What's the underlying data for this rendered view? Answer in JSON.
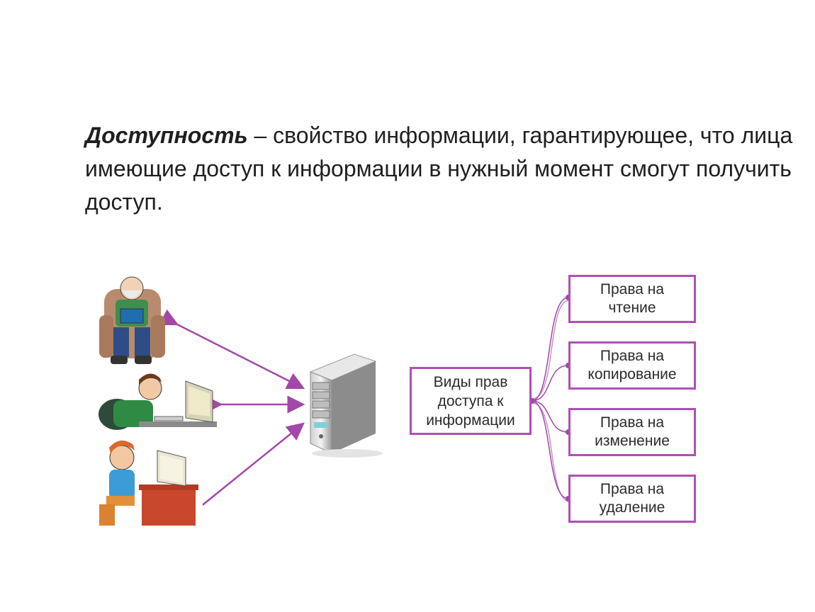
{
  "definition": {
    "term": "Доступность",
    "text": " – свойство информации, гарантирующее, что лица имеющие доступ к информации в нужный момент смогут получить доступ."
  },
  "diagram": {
    "center_label": "Виды прав\nдоступа к\nинформации",
    "rights": [
      {
        "label": "Права на\nчтение"
      },
      {
        "label": "Права на\nкопирование"
      },
      {
        "label": "Права на\nизменение"
      },
      {
        "label": "Права на\nудаление"
      }
    ]
  },
  "colors": {
    "connector": "#a347a8",
    "box_border": "#b04fb4"
  },
  "icons": [
    "elderly-user-icon",
    "user-at-computer-icon",
    "child-user-icon",
    "server-icon"
  ]
}
